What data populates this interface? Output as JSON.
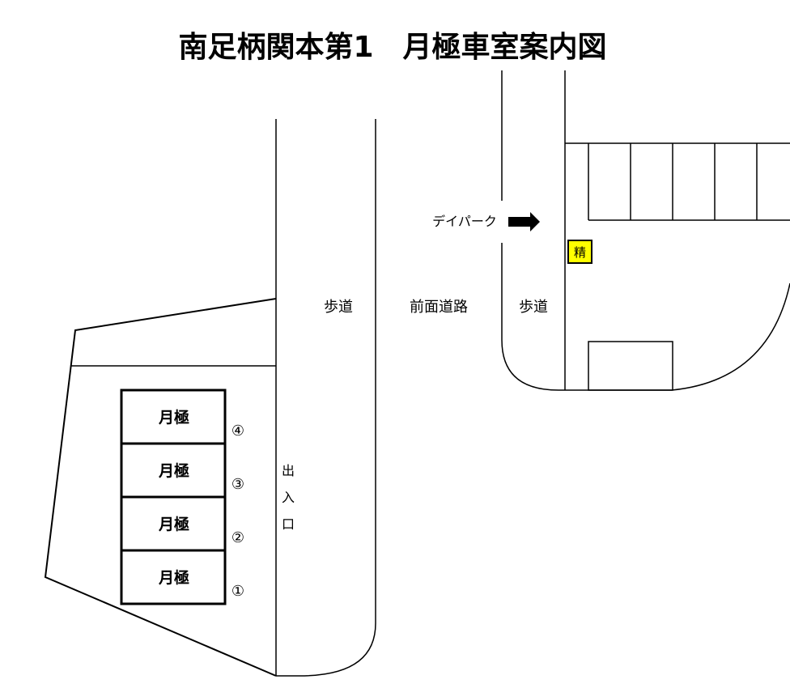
{
  "title": "南足柄関本第1　月極車室案内図",
  "labels": {
    "sidewalk_left": "歩道",
    "front_road": "前面道路",
    "sidewalk_right": "歩道",
    "daypark": "デイパーク",
    "payment": "精",
    "entrance": [
      "出",
      "入",
      "口"
    ]
  },
  "stalls": [
    {
      "label": "月極",
      "number": "④"
    },
    {
      "label": "月極",
      "number": "③"
    },
    {
      "label": "月極",
      "number": "②"
    },
    {
      "label": "月極",
      "number": "①"
    }
  ],
  "colors": {
    "payment_box": "#ffff00"
  }
}
